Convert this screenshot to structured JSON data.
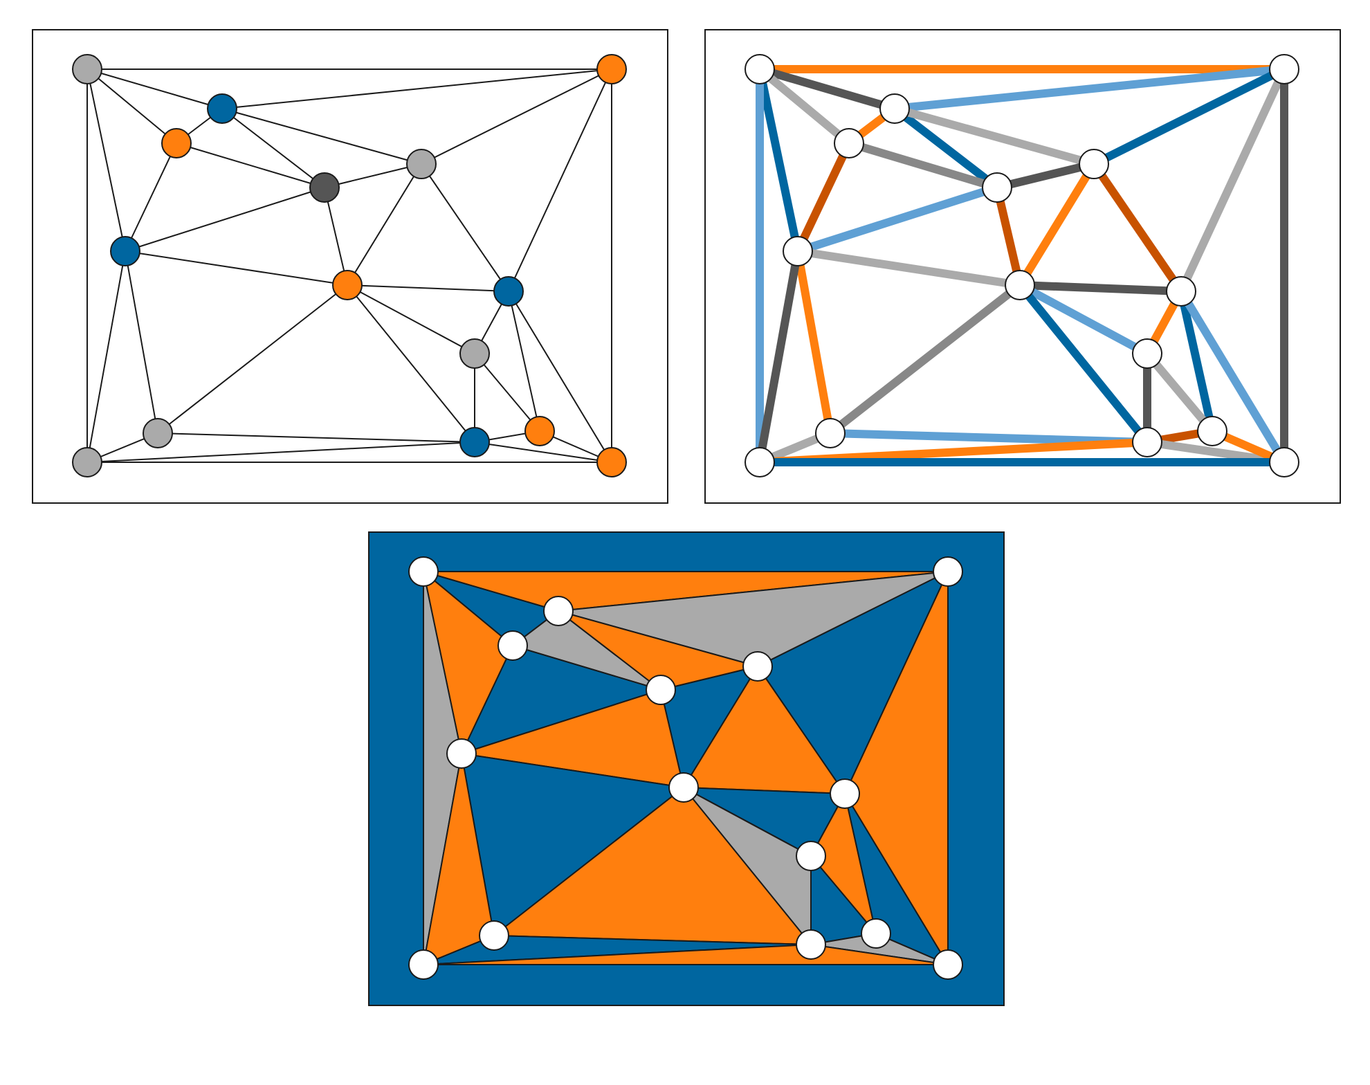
{
  "colors": {
    "blue": "#0066a0",
    "orange": "#ff7f0e",
    "light_gray": "#aaaaaa",
    "dark_gray": "#555555",
    "mid_gray": "#888888",
    "light_blue": "#5fa0d4",
    "rust": "#c85200",
    "white": "#ffffff",
    "edge": "#1a1a1a"
  },
  "graph": {
    "vertex_ids": [
      "v0",
      "v1",
      "v2",
      "v3",
      "v4",
      "v5",
      "v6",
      "v7",
      "v8",
      "v9",
      "v10",
      "v11",
      "v12",
      "v13",
      "v14",
      "v15"
    ],
    "vertex_colors": [
      "light_gray",
      "orange",
      "blue",
      "orange",
      "dark_gray",
      "light_gray",
      "blue",
      "orange",
      "blue",
      "light_gray",
      "light_gray",
      "blue",
      "orange",
      "orange",
      "light_gray",
      "orange"
    ],
    "edges": [
      [
        "v0",
        "v1",
        "orange"
      ],
      [
        "v0",
        "v2",
        "dark_gray"
      ],
      [
        "v0",
        "v3",
        "light_gray"
      ],
      [
        "v0",
        "v6",
        "blue"
      ],
      [
        "v0",
        "v14",
        "light_blue"
      ],
      [
        "v1",
        "v2",
        "light_blue"
      ],
      [
        "v1",
        "v5",
        "blue"
      ],
      [
        "v1",
        "v8",
        "light_gray"
      ],
      [
        "v1",
        "v15",
        "dark_gray"
      ],
      [
        "v2",
        "v3",
        "orange"
      ],
      [
        "v2",
        "v4",
        "blue"
      ],
      [
        "v2",
        "v5",
        "light_gray"
      ],
      [
        "v3",
        "v4",
        "mid_gray"
      ],
      [
        "v3",
        "v6",
        "rust"
      ],
      [
        "v4",
        "v5",
        "dark_gray"
      ],
      [
        "v4",
        "v6",
        "light_blue"
      ],
      [
        "v4",
        "v7",
        "rust"
      ],
      [
        "v5",
        "v7",
        "orange"
      ],
      [
        "v5",
        "v8",
        "rust"
      ],
      [
        "v6",
        "v7",
        "light_gray"
      ],
      [
        "v6",
        "v10",
        "orange"
      ],
      [
        "v6",
        "v14",
        "dark_gray"
      ],
      [
        "v7",
        "v8",
        "dark_gray"
      ],
      [
        "v7",
        "v9",
        "light_blue"
      ],
      [
        "v7",
        "v10",
        "mid_gray"
      ],
      [
        "v7",
        "v11",
        "blue"
      ],
      [
        "v8",
        "v9",
        "orange"
      ],
      [
        "v8",
        "v12",
        "blue"
      ],
      [
        "v8",
        "v15",
        "light_blue"
      ],
      [
        "v9",
        "v11",
        "dark_gray"
      ],
      [
        "v9",
        "v12",
        "light_gray"
      ],
      [
        "v10",
        "v11",
        "light_blue"
      ],
      [
        "v10",
        "v14",
        "light_gray"
      ],
      [
        "v11",
        "v12",
        "rust"
      ],
      [
        "v11",
        "v14",
        "orange"
      ],
      [
        "v11",
        "v15",
        "light_gray"
      ],
      [
        "v12",
        "v15",
        "orange"
      ],
      [
        "v14",
        "v15",
        "blue"
      ]
    ],
    "faces": [
      [
        "v0",
        "v1",
        "v2",
        "orange"
      ],
      [
        "v0",
        "v2",
        "v3",
        "blue"
      ],
      [
        "v0",
        "v3",
        "v6",
        "orange"
      ],
      [
        "v0",
        "v6",
        "v14",
        "light_gray"
      ],
      [
        "v1",
        "v2",
        "v5",
        "light_gray"
      ],
      [
        "v1",
        "v5",
        "v8",
        "blue"
      ],
      [
        "v1",
        "v8",
        "v15",
        "orange"
      ],
      [
        "v2",
        "v3",
        "v4",
        "light_gray"
      ],
      [
        "v2",
        "v4",
        "v5",
        "orange"
      ],
      [
        "v3",
        "v4",
        "v6",
        "blue"
      ],
      [
        "v4",
        "v5",
        "v7",
        "blue"
      ],
      [
        "v4",
        "v6",
        "v7",
        "orange"
      ],
      [
        "v5",
        "v7",
        "v8",
        "orange"
      ],
      [
        "v6",
        "v7",
        "v10",
        "blue"
      ],
      [
        "v6",
        "v10",
        "v14",
        "orange"
      ],
      [
        "v7",
        "v8",
        "v9",
        "blue"
      ],
      [
        "v7",
        "v9",
        "v11",
        "light_gray"
      ],
      [
        "v7",
        "v10",
        "v11",
        "orange"
      ],
      [
        "v8",
        "v9",
        "v12",
        "orange"
      ],
      [
        "v8",
        "v12",
        "v15",
        "blue"
      ],
      [
        "v9",
        "v11",
        "v12",
        "blue"
      ],
      [
        "v10",
        "v11",
        "v14",
        "blue"
      ],
      [
        "v11",
        "v12",
        "v15",
        "light_gray"
      ],
      [
        "v11",
        "v14",
        "v15",
        "orange"
      ]
    ],
    "outer_face_color": "blue"
  }
}
